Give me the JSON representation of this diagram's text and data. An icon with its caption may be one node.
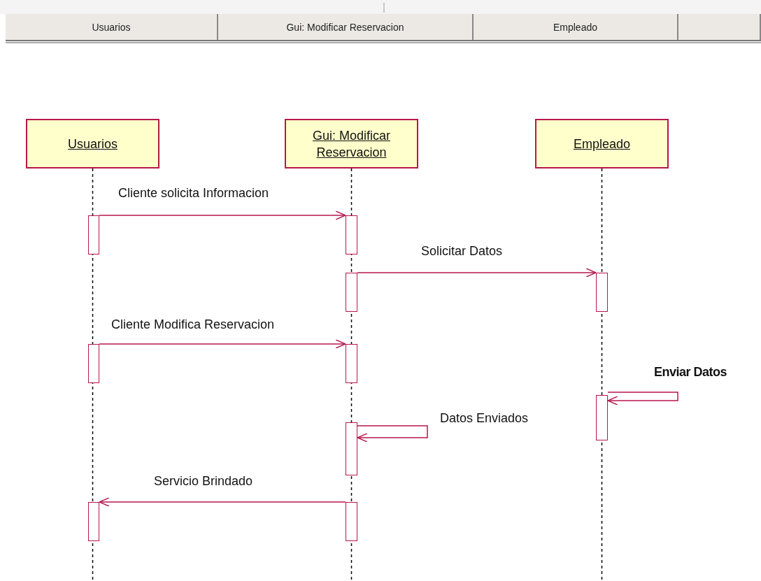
{
  "diagram": {
    "nodes": [
      {
        "text": [
          "Usuarios"
        ]
      },
      {
        "text": [
          "Gui: Modificar Reservacion"
        ]
      },
      {
        "text": [
          "Empleado"
        ]
      },
      {
        "text": [],
        "shape": "box"
      },
      {
        "text": [
          "Usuarios"
        ]
      },
      {
        "text": [
          "Gui: Modificar Reservacion"
        ]
      },
      {
        "text": [
          "Empleado"
        ]
      },
      {
        "text": [],
        "shape": "bar"
      },
      {
        "text": [],
        "shape": "bar"
      },
      {
        "text": [],
        "shape": "bar"
      },
      {
        "text": [],
        "shape": "bar"
      },
      {
        "text": [],
        "shape": "bar"
      },
      {
        "text": [],
        "shape": "bar"
      },
      {
        "text": [],
        "shape": "bar"
      },
      {
        "text": [],
        "shape": "bar"
      },
      {
        "text": [],
        "shape": "bar"
      },
      {
        "text": [],
        "shape": "bar"
      }
    ],
    "edges": [
      {
        "from": 4,
        "to": null,
        "arrow": "none",
        "style": "dashed",
        "color": "#000000"
      },
      {
        "from": 5,
        "to": null,
        "arrow": "none",
        "style": "dashed",
        "color": "#000000"
      },
      {
        "from": 6,
        "to": null,
        "arrow": "none",
        "style": "dashed",
        "color": "#000000"
      },
      {
        "from": 7,
        "to": 8,
        "arrow": "to",
        "label": "Cliente solicita Informacion"
      },
      {
        "from": 9,
        "to": 10,
        "arrow": "to",
        "label": "Solicitar Datos"
      },
      {
        "from": 11,
        "to": 12,
        "arrow": "to",
        "label": "Cliente Modifica Reservacion"
      },
      {
        "from": 13,
        "to": 13,
        "arrow": "to",
        "label": "Enviar Datos"
      },
      {
        "from": 14,
        "to": 14,
        "arrow": "to",
        "label": "Datos Enviados"
      },
      {
        "from": 16,
        "to": 15,
        "arrow": "to",
        "label": "Servicio Brindado"
      }
    ]
  }
}
